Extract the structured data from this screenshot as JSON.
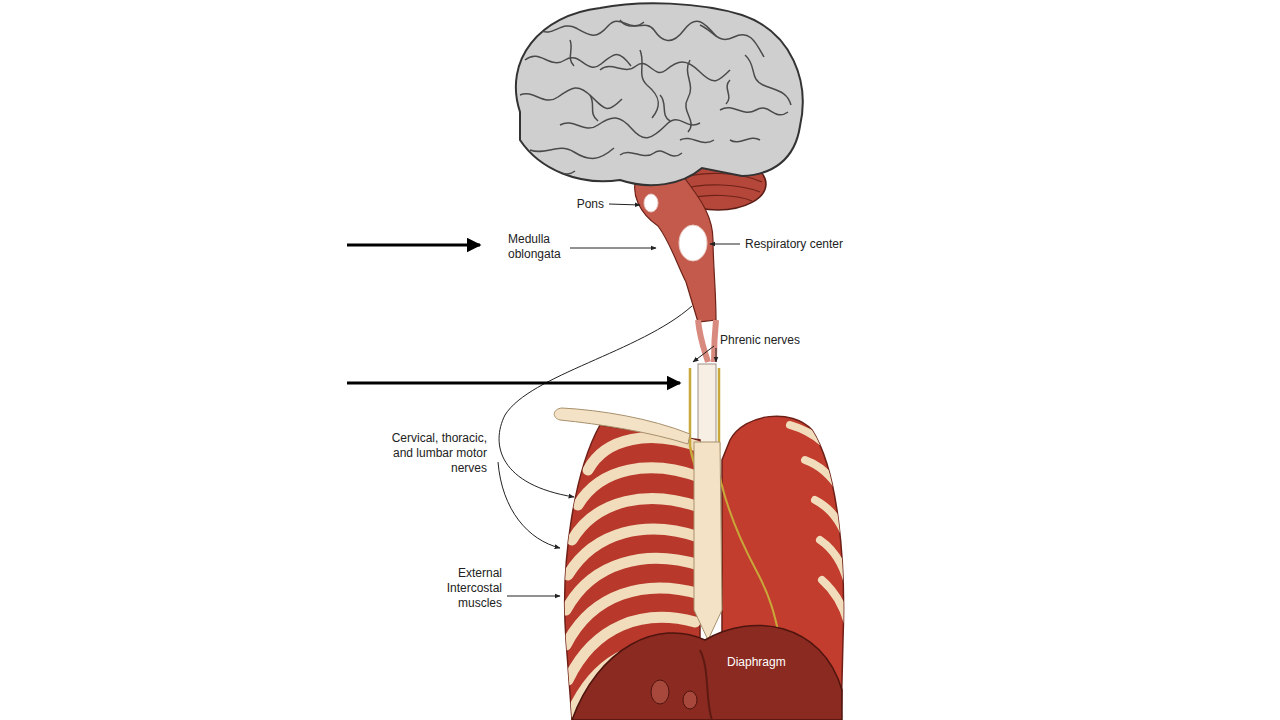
{
  "diagram": {
    "labels": [
      "Pons",
      "Medulla oblongata",
      "Respiratory center",
      "Phrenic nerves",
      "Cervical, thoracic, and lumbar motor nerves",
      "External Intercostal muscles",
      "Diaphragm"
    ]
  }
}
